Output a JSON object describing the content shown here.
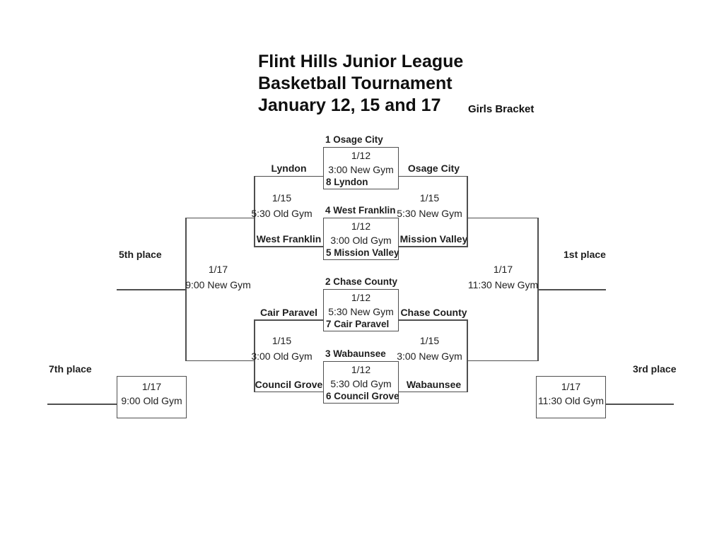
{
  "title": {
    "line1": "Flint Hills Junior League",
    "line2": "Basketball Tournament",
    "line3": "January 12, 15 and 17"
  },
  "bracket_label": "Girls Bracket",
  "round1_games": [
    {
      "top_seed": "1 Osage City",
      "date": "1/12",
      "location": "3:00 New Gym",
      "bottom_seed": "8 Lyndon"
    },
    {
      "top_seed": "4 West Franklin",
      "date": "1/12",
      "location": "3:00 Old Gym",
      "bottom_seed": "5 Mission Valley"
    },
    {
      "top_seed": "2 Chase County",
      "date": "1/12",
      "location": "5:30 New Gym",
      "bottom_seed": "7 Cair Paravel"
    },
    {
      "top_seed": "3 Wabaunsee",
      "date": "1/12",
      "location": "5:30 Old Gym",
      "bottom_seed": "6 Council Grove"
    }
  ],
  "consolation_semis": [
    {
      "top_team": "Lyndon",
      "bottom_team": "West Franklin",
      "date": "1/15",
      "location": "5:30 Old Gym"
    },
    {
      "top_team": "Cair Paravel",
      "bottom_team": "Council Grove",
      "date": "1/15",
      "location": "3:00 Old Gym"
    }
  ],
  "championship_semis": [
    {
      "top_team": "Osage City",
      "bottom_team": "Mission Valley",
      "date": "1/15",
      "location": "5:30 New Gym"
    },
    {
      "top_team": "Chase County",
      "bottom_team": "Wabaunsee",
      "date": "1/15",
      "location": "3:00 New Gym"
    }
  ],
  "placement_games": {
    "fifth": {
      "label": "5th place",
      "date": "1/17",
      "location": "9:00 New Gym"
    },
    "first": {
      "label": "1st place",
      "date": "1/17",
      "location": "11:30 New Gym"
    },
    "seventh": {
      "label": "7th place",
      "date": "1/17",
      "location": "9:00 Old Gym"
    },
    "third": {
      "label": "3rd place",
      "date": "1/17",
      "location": "11:30 Old Gym"
    }
  },
  "colors": {
    "line": "#4f4f4f",
    "text": "#1e1e1e",
    "title": "#0f0f0f",
    "background": "#ffffff"
  }
}
